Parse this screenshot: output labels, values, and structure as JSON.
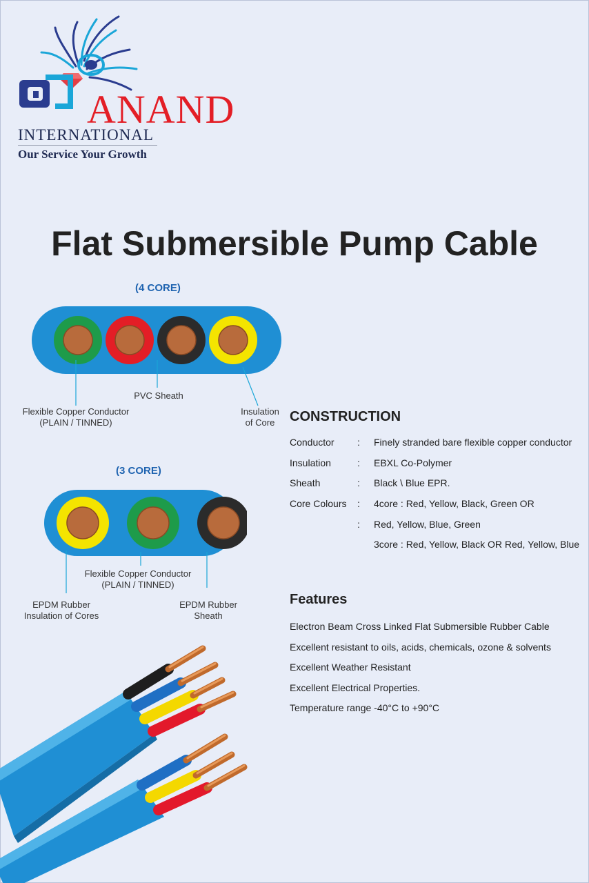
{
  "brand": {
    "name": "ANAND",
    "subtitle": "INTERNATIONAL",
    "tagline": "Our Service Your Growth"
  },
  "title": "Flat Submersible Pump Cable",
  "diagram_4core": {
    "heading": "(4 CORE)",
    "label_conductor_line1": "Flexible Copper Conductor",
    "label_conductor_line2": "(PLAIN / TINNED)",
    "label_sheath": "PVC Sheath",
    "label_insulation_line1": "Insulation",
    "label_insulation_line2": "of Core",
    "core_colors": [
      "#1e9b4a",
      "#e31e26",
      "#2b2b2b",
      "#f4e400"
    ]
  },
  "diagram_3core": {
    "heading": "(3 CORE)",
    "label_conductor_line1": "Flexible Copper Conductor",
    "label_conductor_line2": "(PLAIN / TINNED)",
    "label_insulation_line1": "EPDM Rubber",
    "label_insulation_line2": "Insulation of Cores",
    "label_sheath_line1": "EPDM Rubber",
    "label_sheath_line2": "Sheath",
    "core_colors": [
      "#f4e400",
      "#1e9b4a",
      "#2b2b2b"
    ]
  },
  "construction": {
    "heading": "CONSTRUCTION",
    "rows": [
      {
        "label": "Conductor",
        "colon": ":",
        "value": "Finely stranded bare flexible copper conductor"
      },
      {
        "label": "Insulation",
        "colon": ":",
        "value": "EBXL Co-Polymer"
      },
      {
        "label": "Sheath",
        "colon": ":",
        "value": "Black \\ Blue EPR."
      },
      {
        "label": "Core Colours",
        "colon": ":",
        "value": "4core : Red, Yellow, Black, Green OR"
      },
      {
        "label": "",
        "colon": ":",
        "value": "Red, Yellow, Blue, Green"
      },
      {
        "label": "",
        "colon": "",
        "value": "3core : Red, Yellow, Black OR Red, Yellow, Blue"
      }
    ]
  },
  "features": {
    "heading": "Features",
    "items": [
      "Electron Beam Cross Linked Flat Submersible Rubber Cable",
      "Excellent resistant to oils, acids, chemicals, ozone & solvents",
      "Excellent Weather Resistant",
      "Excellent Electrical Properties.",
      "Temperature range -40°C to +90°C"
    ]
  },
  "colors": {
    "cable_blue": "#1f8fd4",
    "brand_red": "#e31e26",
    "brand_navy": "#1f2a52",
    "copper": "#b86b3c"
  }
}
